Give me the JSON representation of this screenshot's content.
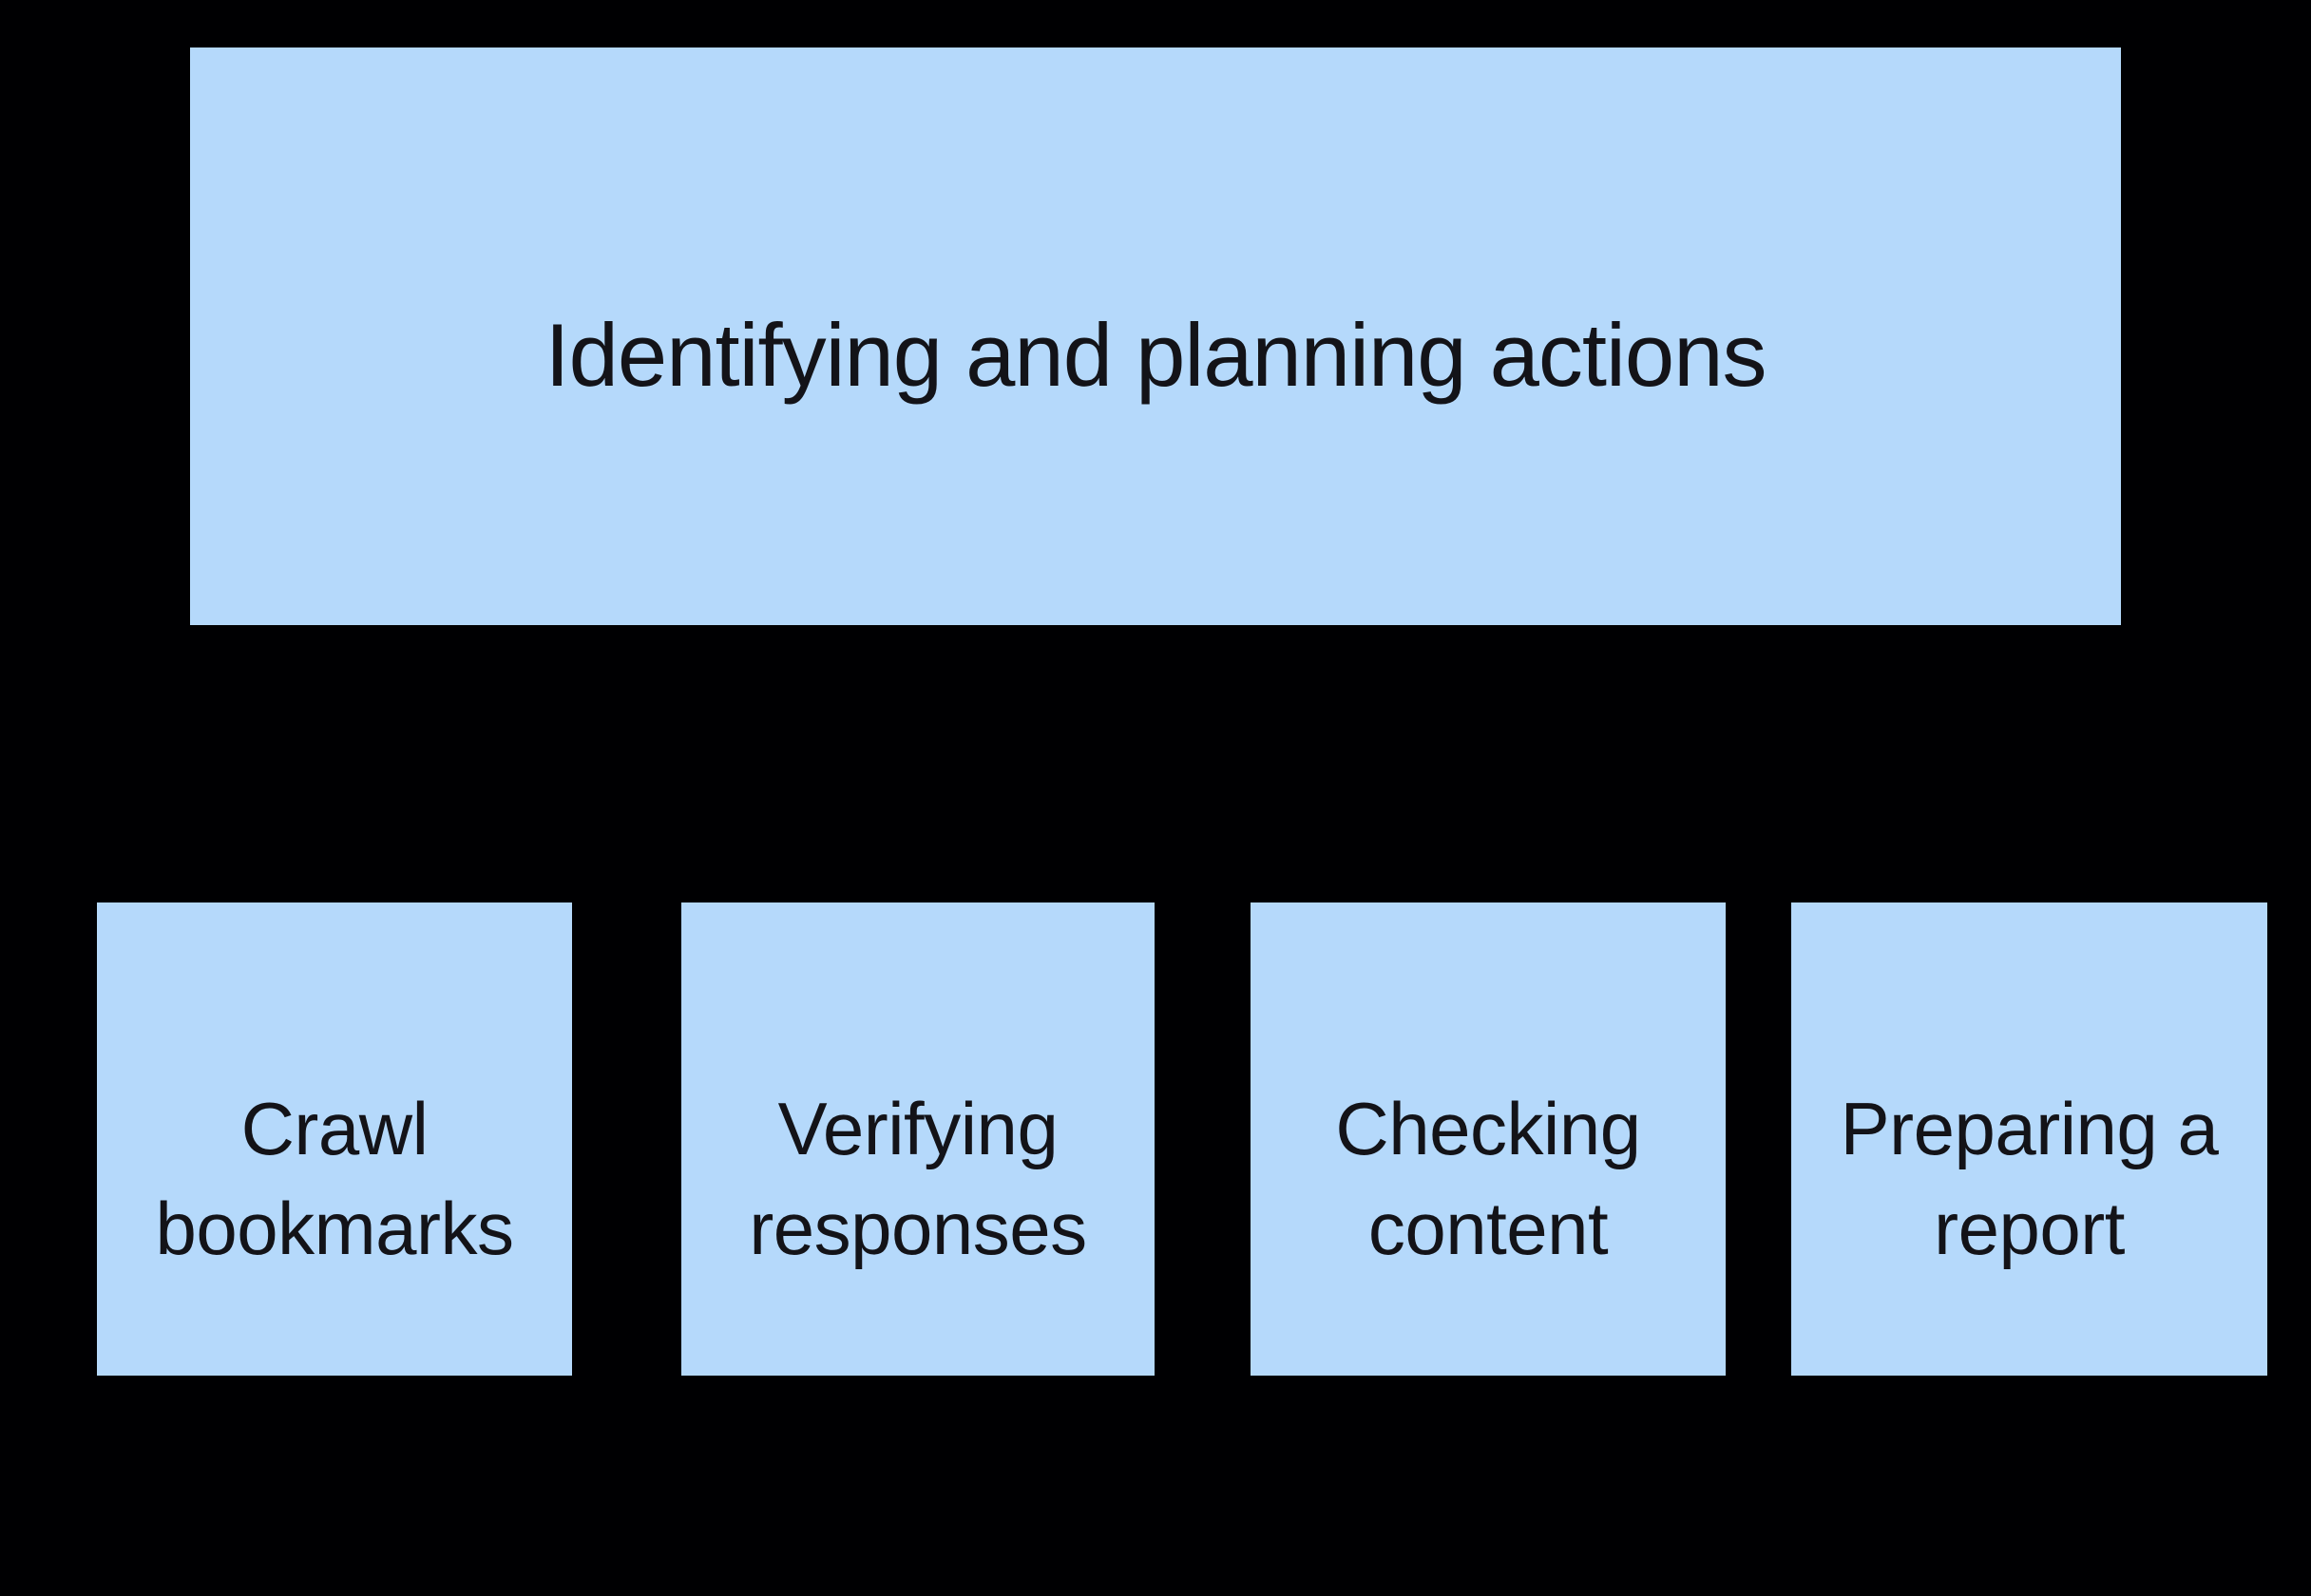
{
  "diagram": {
    "colors": {
      "background": "#000002",
      "node_fill": "#b5d9fb",
      "node_text": "#131318"
    },
    "root": {
      "label": "Identifying and planning actions"
    },
    "children": [
      {
        "label": "Crawl bookmarks"
      },
      {
        "label": "Verifying responses"
      },
      {
        "label": "Checking content"
      },
      {
        "label": "Preparing a report"
      }
    ]
  }
}
